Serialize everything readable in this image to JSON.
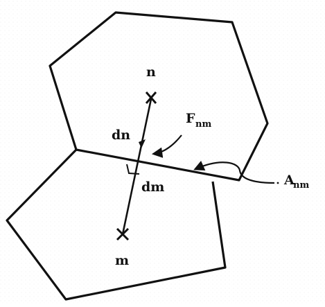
{
  "labels": {
    "n": "n",
    "m": "m",
    "dn": "dn",
    "dm": "dm",
    "F": "F",
    "F_sub": "nm",
    "A": "A",
    "A_sub": "nm"
  }
}
